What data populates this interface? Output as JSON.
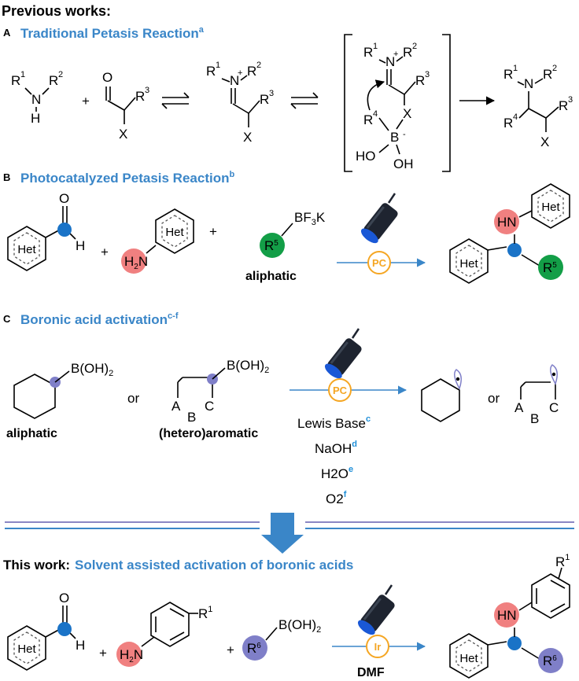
{
  "header": "Previous works:",
  "sectionA": {
    "letter": "A",
    "title": "Traditional Petasis Reaction",
    "title_sup": "a"
  },
  "sectionB": {
    "letter": "B",
    "title": "Photocatalyzed Petasis Reaction",
    "title_sup": "b",
    "aliphatic_label": "aliphatic",
    "catalyst": "PC"
  },
  "sectionC": {
    "letter": "C",
    "title": "Boronic acid activation",
    "title_sup": "c-f",
    "aliphatic_label": "aliphatic",
    "aromatic_label": "(hetero)aromatic",
    "or_text": "or",
    "catalyst": "PC",
    "conditions": [
      {
        "text": "Lewis Base",
        "sup": "c"
      },
      {
        "text": "NaOH",
        "sup": "d"
      },
      {
        "text": "H2O",
        "sup": "e"
      },
      {
        "text": "O2",
        "sup": "f"
      }
    ]
  },
  "thisWork": {
    "prefix": "This work:",
    "title": "Solvent assisted activation of boronic acids",
    "catalyst": "Ir",
    "solvent": "DMF"
  },
  "labels": {
    "het": "Het",
    "b_oh2": "B(OH)2",
    "bf3k": "BF3K",
    "plus": "+"
  },
  "colors": {
    "title_blue": "#3a86c8",
    "arrow_blue": "#3a86c8",
    "amine_red": "#f08080",
    "carbon_blue": "#1a73c7",
    "r5_green": "#139e47",
    "r6_purple": "#7f7fc8",
    "catalyst_orange": "#f5a623",
    "divider_purple": "#8a86c4",
    "divider_blue": "#3a86c8"
  }
}
